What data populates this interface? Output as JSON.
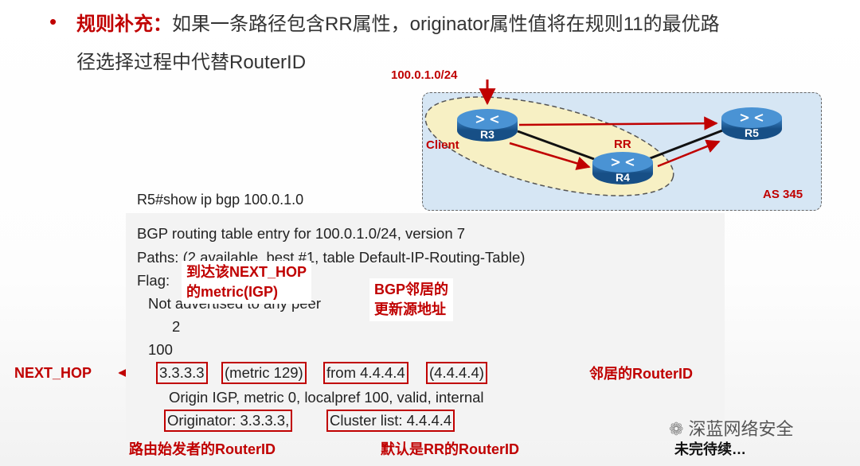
{
  "bullet": {
    "title": "规则补充：",
    "line1_rest": "如果一条路径包含RR属性，originator属性值将在规则11的最优路",
    "line2": "径选择过程中代替RouterID"
  },
  "diagram": {
    "prefix": "100.0.1.0/24",
    "client_label": "Client",
    "rr_label": "RR",
    "as_label": "AS 345",
    "routers": [
      "R3",
      "R4",
      "R5"
    ]
  },
  "command": "R5#show ip bgp 100.0.1.0",
  "output": {
    "line1": "BGP routing table entry for 100.0.1.0/24, version 7",
    "line2": "Paths: (2 available, best #1, table Default-IP-Routing-Table)",
    "line3": "Flag:",
    "line4": "Not advertised to any peer",
    "line5": "2",
    "line6": "100",
    "nexthop": "3.3.3.3",
    "metric": "(metric 129)",
    "from": "from 4.4.4.4",
    "routerid": "(4.4.4.4)",
    "line8": "Origin IGP, metric 0, localpref 100, valid, internal",
    "originator": "Originator: 3.3.3.3,",
    "cluster": "Cluster list: 4.4.4.4"
  },
  "annotations": {
    "metric_note_l1": "到达该NEXT_HOP",
    "metric_note_l2": "的metric(IGP)",
    "bgp_note_l1": "BGP邻居的",
    "bgp_note_l2": "更新源地址",
    "next_hop": "NEXT_HOP",
    "neighbor_routerid": "邻居的RouterID",
    "originator_note": "路由始发者的RouterID",
    "cluster_note": "默认是RR的RouterID",
    "to_be_continued": "未完待续…",
    "watermark": "深蓝网络安全"
  },
  "colors": {
    "accent": "#c00000",
    "panel": "#d6e6f4",
    "ellipse": "#f7f0c4",
    "router": "#1d5f9c"
  }
}
